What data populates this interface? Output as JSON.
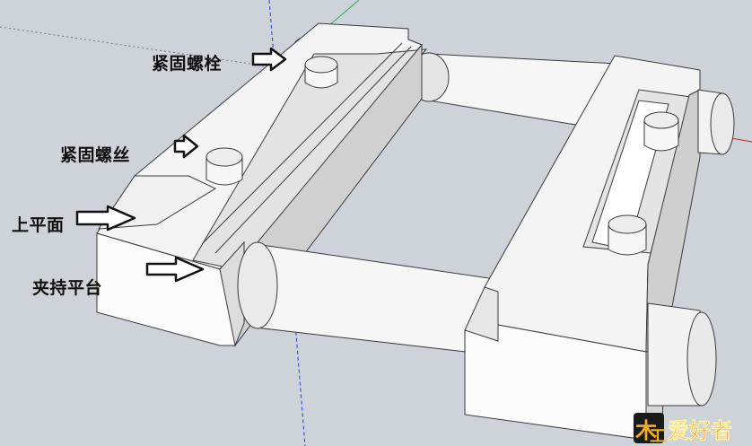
{
  "labels": {
    "fastening_bolt": "紧固螺栓",
    "fastening_screw": "紧固螺丝",
    "top_surface": "上平面",
    "clamping_platform": "夹持平台"
  },
  "watermark": {
    "mark_a": "木",
    "mark_b": "工",
    "text": "爱好者"
  },
  "colors": {
    "background": "#cdd3d9",
    "part_light": "#f6f6f6",
    "part_mid": "#e2e2e2",
    "part_shade": "#c9c9c9",
    "axis_red": "#d22020",
    "axis_green": "#2fa84f",
    "axis_blue": "#2a3fd8",
    "logo_red": "#d8261c",
    "logo_yellow": "#f2b01e"
  }
}
